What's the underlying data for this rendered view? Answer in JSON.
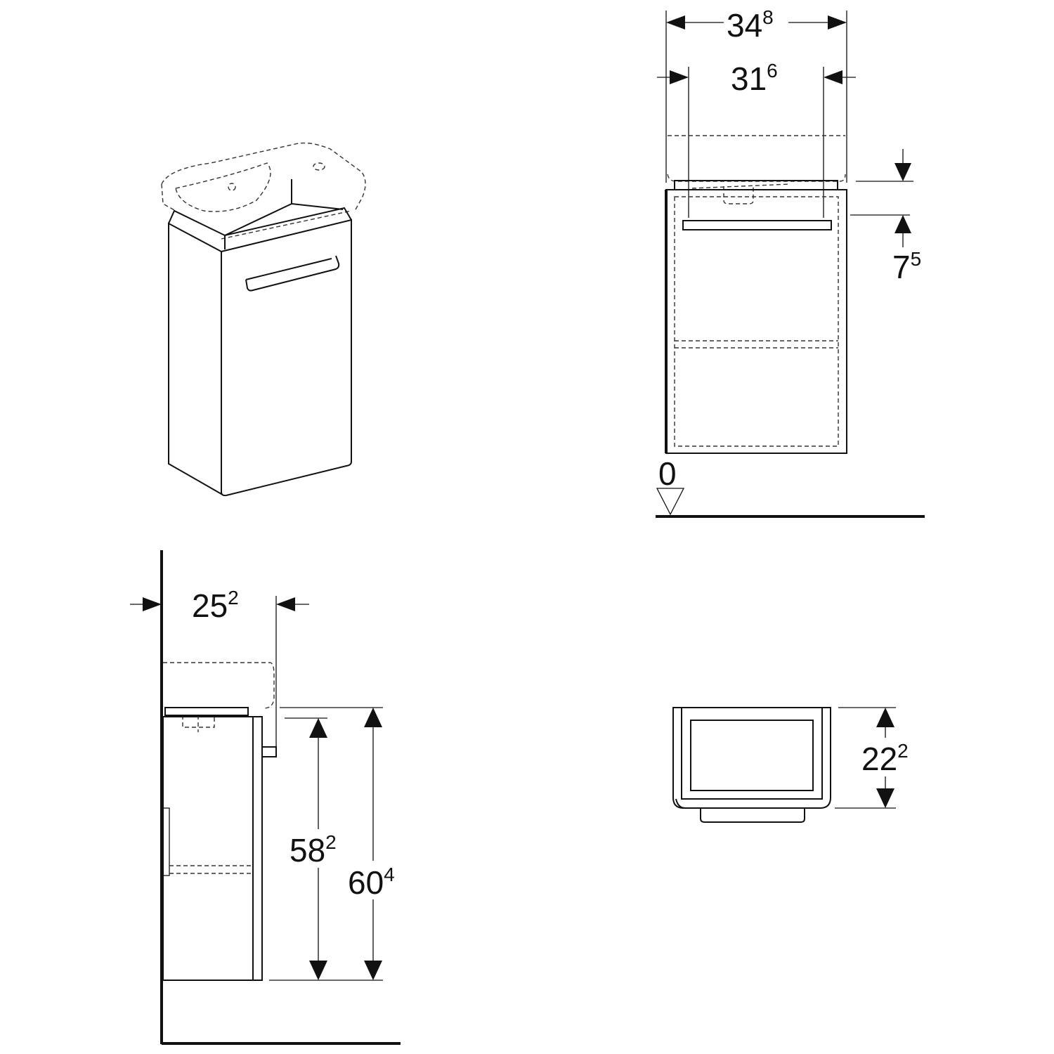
{
  "dimensions": {
    "overall_width": {
      "main": "34",
      "sup": "8"
    },
    "inner_width": {
      "main": "31",
      "sup": "6"
    },
    "handle_offset": {
      "main": "7",
      "sup": "5"
    },
    "floor_level": "0",
    "depth": {
      "main": "25",
      "sup": "2"
    },
    "body_height": {
      "main": "58",
      "sup": "2"
    },
    "total_height": {
      "main": "60",
      "sup": "4"
    },
    "top_depth": {
      "main": "22",
      "sup": "2"
    }
  }
}
